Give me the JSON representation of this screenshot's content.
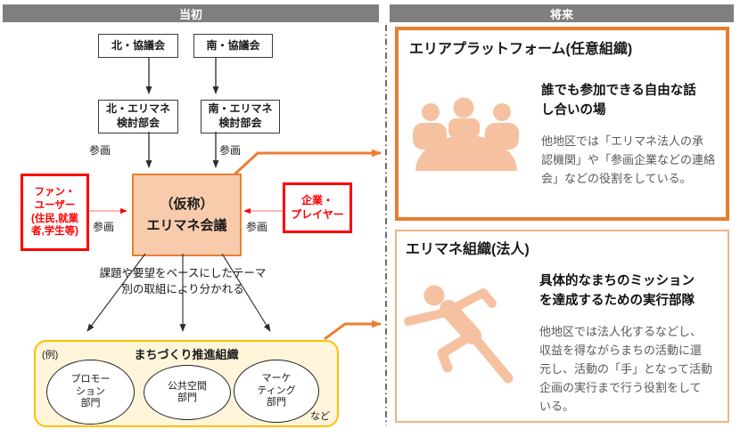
{
  "colors": {
    "header_bg": "#7F7F7F",
    "accent_orange": "#ED7D31",
    "center_box_fill": "#F8CBAD",
    "highlight_red": "#FE0000",
    "org_border_yellow": "#FFC000",
    "org_fill_cream": "#FFF5DB",
    "icon_peach": "#F5C1A0",
    "body_text_gray": "#595959"
  },
  "headers": {
    "left": "当初",
    "right": "将来"
  },
  "labels": {
    "sankaku": "参画"
  },
  "left_diagram": {
    "north_council": "北・協議会",
    "south_council": "南・協議会",
    "north_committee": {
      "line1": "北・エリマネ",
      "line2": "検討部会"
    },
    "south_committee": {
      "line1": "南・エリマネ",
      "line2": "検討部会"
    },
    "center_box": {
      "line1": "（仮称）",
      "line2": "エリマネ会議"
    },
    "fan_user": {
      "line1": "ファン・",
      "line2": "ユーザー",
      "line3": "(住民,就業",
      "line4": "者,学生等)"
    },
    "company": {
      "line1": "企業・",
      "line2": "プレイヤー"
    },
    "note": {
      "line1": "課題や要望をベースにしたテーマ",
      "line2": "別の取組により分かれる"
    },
    "promotion_org": {
      "example_label": "(例)",
      "title": "まちづくり推進組織",
      "dept1": {
        "line1": "プロモー",
        "line2": "ション",
        "line3": "部門"
      },
      "dept2": {
        "line1": "公共空間",
        "line2": "部門"
      },
      "dept3": {
        "line1": "マーケ",
        "line2": "ティング",
        "line3": "部門"
      },
      "etc_label": "など"
    }
  },
  "right_panel": {
    "platform_box": {
      "title": "エリアプラットフォーム(任意組織)",
      "headline": {
        "line1": "誰でも参加できる自由な話",
        "line2": "し合いの場"
      },
      "body": {
        "line1": "他地区では「エリマネ法人の承",
        "line2": "認機関」や「参画企業などの連絡",
        "line3": "会」などの役割をしている。"
      }
    },
    "corporation_box": {
      "title": "エリマネ組織(法人)",
      "headline": {
        "line1": "具体的なまちのミッション",
        "line2": "を達成するための実行部隊"
      },
      "body": {
        "line1": "他地区では法人化するなどし、",
        "line2": "収益を得ながらまちの活動に還",
        "line3": "元し、活動の「手」となって活動",
        "line4": "企画の実行まで行う役割をして",
        "line5": "いる。"
      }
    }
  }
}
